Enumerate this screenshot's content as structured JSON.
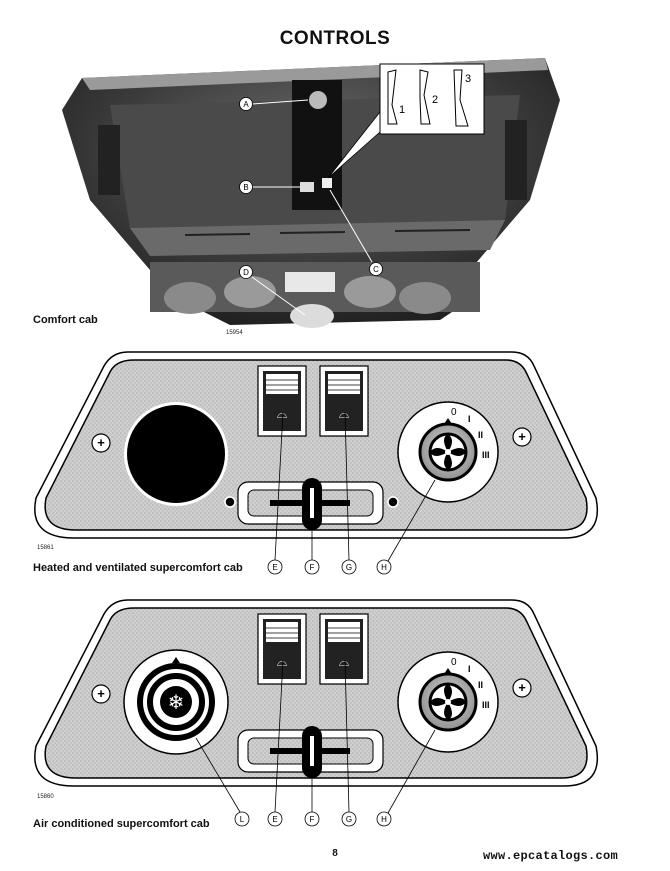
{
  "page": {
    "title": "CONTROLS",
    "page_number": "8",
    "watermark": "www.epcatalogs.com"
  },
  "figure_photo": {
    "caption": "Comfort cab",
    "figure_number": "15954",
    "callouts": [
      "A",
      "B",
      "C",
      "D"
    ],
    "inset_positions": [
      "1",
      "2",
      "3"
    ]
  },
  "figure_heated": {
    "caption": "Heated and ventilated supercomfort cab",
    "figure_number": "15861",
    "callouts": [
      "E",
      "F",
      "G",
      "H"
    ],
    "fan_speeds": [
      "0",
      "I",
      "II",
      "III"
    ]
  },
  "figure_aircon": {
    "caption": "Air conditioned supercomfort cab",
    "figure_number": "15860",
    "callouts": [
      "L",
      "E",
      "F",
      "G",
      "H"
    ],
    "fan_speeds": [
      "0",
      "I",
      "II",
      "III"
    ]
  }
}
